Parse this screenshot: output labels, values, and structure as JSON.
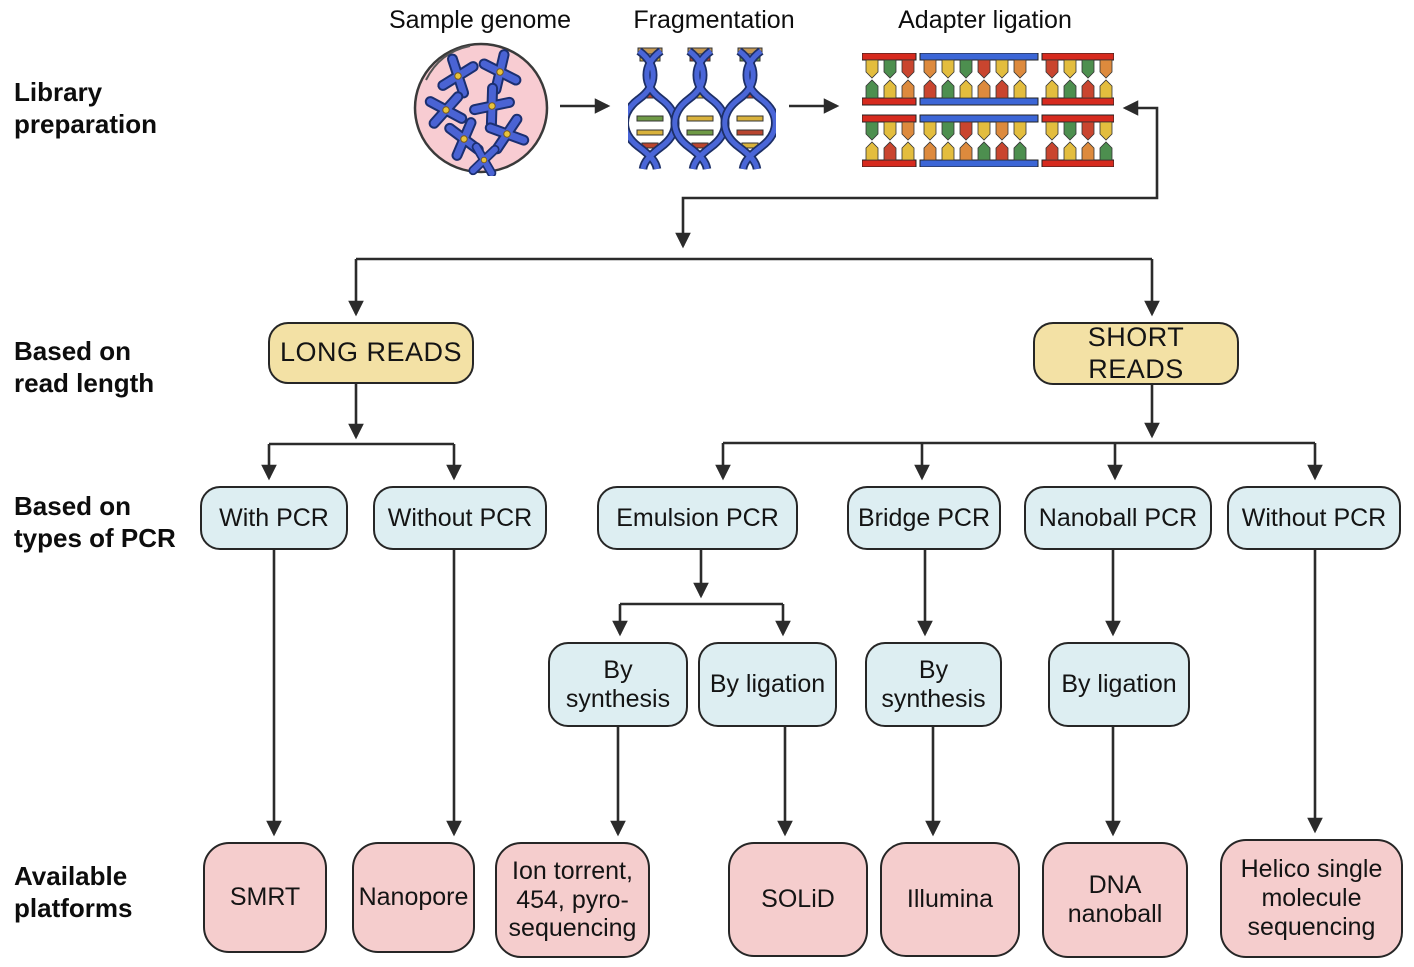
{
  "title": "NGS library preparation and sequencing platforms flowchart",
  "side_labels": {
    "library_prep": {
      "line1": "Library",
      "line2": "preparation"
    },
    "read_length": {
      "line1": "Based on",
      "line2": "read length"
    },
    "pcr_types": {
      "line1": "Based on",
      "line2": "types of PCR"
    },
    "platforms": {
      "line1": "Available",
      "line2": "platforms"
    }
  },
  "top_steps": {
    "sample_genome": "Sample genome",
    "fragmentation": "Fragmentation",
    "adapter_ligation": "Adapter ligation"
  },
  "icons": {
    "sample_genome": "cell-with-chromosomes-icon",
    "fragmentation": "dna-helix-fragments-icon",
    "adapter_ligation": "adapter-ligated-dna-icon",
    "flow_arrows": "right-arrow-icon"
  },
  "nodes": {
    "long_reads": "LONG READS",
    "short_reads": "SHORT READS",
    "with_pcr": "With PCR",
    "without_pcr_long": "Without PCR",
    "emulsion_pcr": "Emulsion PCR",
    "bridge_pcr": "Bridge PCR",
    "nanoball_pcr": "Nanoball PCR",
    "without_pcr_short": "Without PCR",
    "by_synthesis_emulsion": "By synthesis",
    "by_ligation_emulsion": "By ligation",
    "by_synthesis_bridge": "By synthesis",
    "by_ligation_nanoball": "By ligation",
    "smrt": "SMRT",
    "nanopore": "Nanopore",
    "ion_torrent": "Ion torrent, 454, pyro-sequencing",
    "solid": "SOLiD",
    "illumina": "Illumina",
    "dna_nanoball": "DNA nanoball",
    "helico": "Helico single molecule sequencing"
  },
  "colors": {
    "read_length_box_fill": "#f3e1a5",
    "pcr_box_fill": "#ddeef2",
    "platform_box_fill": "#f5cdcd",
    "box_border": "#262626",
    "connector_line": "#2b2b2b",
    "cell_fill": "#f8ccd2",
    "chromosome_blue": "#4a63d4",
    "adapter_red": "#d62a1e",
    "insert_blue": "#3c66d6"
  }
}
